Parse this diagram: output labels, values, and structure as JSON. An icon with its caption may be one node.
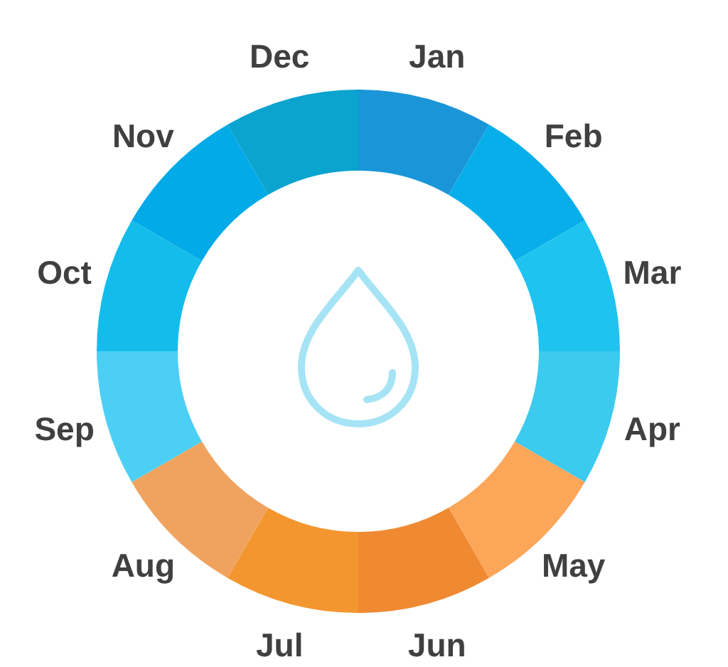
{
  "diagram": {
    "nodes": [
      {
        "text": [],
        "shape": "segment",
        "beside": [
          "Jan"
        ]
      },
      {
        "text": [],
        "shape": "segment",
        "beside": [
          "Feb"
        ]
      },
      {
        "text": [],
        "shape": "segment",
        "beside": [
          "Mar"
        ]
      },
      {
        "text": [],
        "shape": "segment",
        "beside": [
          "Apr"
        ]
      },
      {
        "text": [],
        "shape": "segment",
        "beside": [
          "May"
        ]
      },
      {
        "text": [],
        "shape": "segment",
        "beside": [
          "Jun"
        ]
      },
      {
        "text": [],
        "shape": "segment",
        "beside": [
          "Jul"
        ]
      },
      {
        "text": [],
        "shape": "segment",
        "beside": [
          "Aug"
        ]
      },
      {
        "text": [],
        "shape": "segment",
        "beside": [
          "Sep"
        ]
      },
      {
        "text": [],
        "shape": "segment",
        "beside": [
          "Oct"
        ]
      },
      {
        "text": [],
        "shape": "segment",
        "beside": [
          "Nov"
        ]
      },
      {
        "text": [],
        "shape": "segment",
        "beside": [
          "Dec"
        ]
      }
    ]
  }
}
